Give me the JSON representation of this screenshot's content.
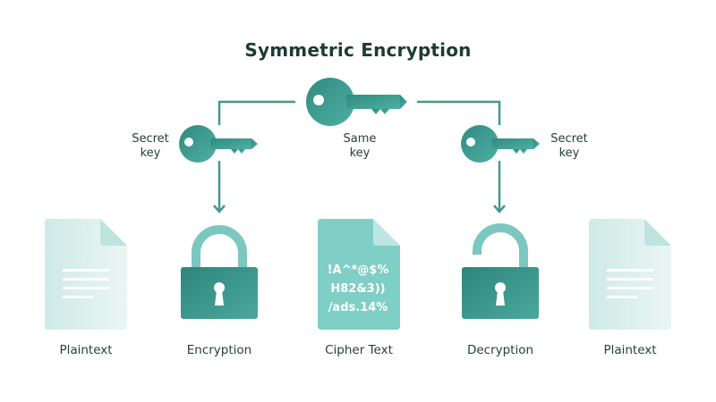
{
  "title": "Symmetric Encryption",
  "key_labels": {
    "left": [
      "Secret",
      "key"
    ],
    "center": [
      "Same",
      "key"
    ],
    "right": [
      "Secret",
      "key"
    ]
  },
  "cipher_text_lines": [
    "!A^*@$%",
    "H82&3))",
    "/ads.14%"
  ],
  "stages": [
    {
      "label": "Plaintext",
      "icon": "document-icon"
    },
    {
      "label": "Encryption",
      "icon": "lock-closed-icon"
    },
    {
      "label": "Cipher Text",
      "icon": "cipher-document-icon"
    },
    {
      "label": "Decryption",
      "icon": "lock-open-icon"
    },
    {
      "label": "Plaintext",
      "icon": "document-icon"
    }
  ],
  "colors": {
    "primary": "#3e9a8e",
    "shackle": "#7cc7bf",
    "doc_light": "#d7efec",
    "cipher_doc": "#7fcfc6",
    "title": "#1c3b33"
  }
}
